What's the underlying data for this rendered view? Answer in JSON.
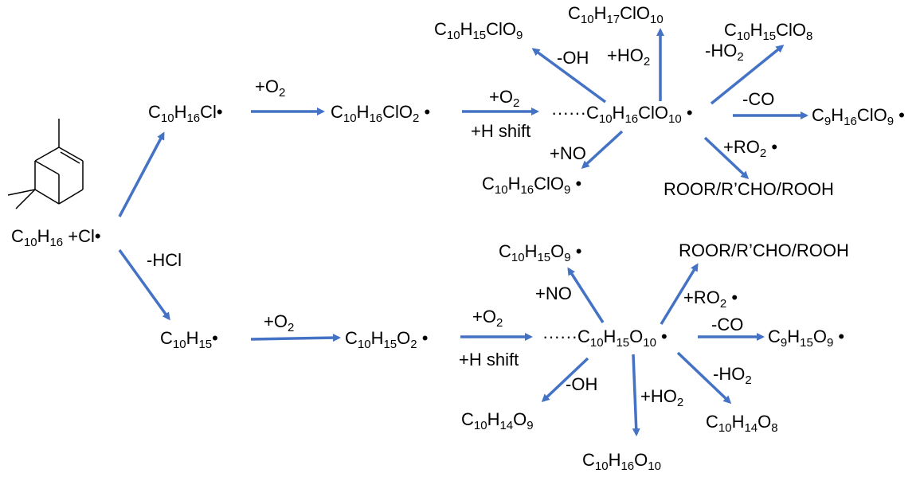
{
  "diagram": {
    "title": "",
    "arrow_color": "#4472C4",
    "reactant": {
      "structure": "alpha-pinene skeletal structure",
      "formula": [
        [
          "C",
          ""
        ],
        [
          "",
          "10"
        ],
        [
          "H",
          ""
        ],
        [
          "",
          "16"
        ],
        [
          " +Cl•",
          ""
        ]
      ]
    },
    "nodes": {
      "c10h16cl": [
        [
          "C",
          ""
        ],
        [
          "",
          "10"
        ],
        [
          "H",
          ""
        ],
        [
          "",
          "16"
        ],
        [
          "Cl•",
          ""
        ]
      ],
      "c10h16clo2": [
        [
          "C",
          ""
        ],
        [
          "",
          "10"
        ],
        [
          "H",
          ""
        ],
        [
          "",
          "16"
        ],
        [
          "ClO",
          ""
        ],
        [
          "",
          "2"
        ],
        [
          " •",
          ""
        ]
      ],
      "c10h16clo10": [
        [
          "······C",
          ""
        ],
        [
          "",
          "10"
        ],
        [
          "H",
          ""
        ],
        [
          "",
          "16"
        ],
        [
          "ClO",
          ""
        ],
        [
          "",
          "10"
        ],
        [
          " •",
          ""
        ]
      ],
      "c10h15clo9": [
        [
          "C",
          ""
        ],
        [
          "",
          "10"
        ],
        [
          "H",
          ""
        ],
        [
          "",
          "15"
        ],
        [
          "ClO",
          ""
        ],
        [
          "",
          "9"
        ]
      ],
      "c10h17clo10": [
        [
          "C",
          ""
        ],
        [
          "",
          "10"
        ],
        [
          "H",
          ""
        ],
        [
          "",
          "17"
        ],
        [
          "ClO",
          ""
        ],
        [
          "",
          "10"
        ]
      ],
      "c10h15clo8": [
        [
          "C",
          ""
        ],
        [
          "",
          "10"
        ],
        [
          "H",
          ""
        ],
        [
          "",
          "15"
        ],
        [
          "ClO",
          ""
        ],
        [
          "",
          "8"
        ]
      ],
      "c9h16clo9": [
        [
          "C",
          ""
        ],
        [
          "",
          "9"
        ],
        [
          "H",
          ""
        ],
        [
          "",
          "16"
        ],
        [
          "ClO",
          ""
        ],
        [
          "",
          "9"
        ],
        [
          " •",
          ""
        ]
      ],
      "c10h16clo9": [
        [
          "C",
          ""
        ],
        [
          "",
          "10"
        ],
        [
          "H",
          ""
        ],
        [
          "",
          "16"
        ],
        [
          "ClO",
          ""
        ],
        [
          "",
          "9"
        ],
        [
          " •",
          ""
        ]
      ],
      "products_top": [
        [
          "ROOR/R’CHO/ROOH",
          ""
        ]
      ],
      "c10h15": [
        [
          "C",
          ""
        ],
        [
          "",
          "10"
        ],
        [
          "H",
          ""
        ],
        [
          "",
          "15"
        ],
        [
          "•",
          ""
        ]
      ],
      "c10h15o2": [
        [
          "C",
          ""
        ],
        [
          "",
          "10"
        ],
        [
          "H",
          ""
        ],
        [
          "",
          "15"
        ],
        [
          "O",
          ""
        ],
        [
          "",
          "2"
        ],
        [
          " •",
          ""
        ]
      ],
      "c10h15o10": [
        [
          "······C",
          ""
        ],
        [
          "",
          "10"
        ],
        [
          "H",
          ""
        ],
        [
          "",
          "15"
        ],
        [
          "O",
          ""
        ],
        [
          "",
          "10"
        ],
        [
          " •",
          ""
        ]
      ],
      "c10h15o9": [
        [
          "C",
          ""
        ],
        [
          "",
          "10"
        ],
        [
          "H",
          ""
        ],
        [
          "",
          "15"
        ],
        [
          "O",
          ""
        ],
        [
          "",
          "9"
        ],
        [
          " •",
          ""
        ]
      ],
      "products_bottom": [
        [
          "ROOR/R’CHO/ROOH",
          ""
        ]
      ],
      "c9h15o9": [
        [
          "C",
          ""
        ],
        [
          "",
          "9"
        ],
        [
          "H",
          ""
        ],
        [
          "",
          "15"
        ],
        [
          "O",
          ""
        ],
        [
          "",
          "9"
        ],
        [
          " •",
          ""
        ]
      ],
      "c10h14o9": [
        [
          "C",
          ""
        ],
        [
          "",
          "10"
        ],
        [
          "H",
          ""
        ],
        [
          "",
          "14"
        ],
        [
          "O",
          ""
        ],
        [
          "",
          "9"
        ]
      ],
      "c10h16o10": [
        [
          "C",
          ""
        ],
        [
          "",
          "10"
        ],
        [
          "H",
          ""
        ],
        [
          "",
          "16"
        ],
        [
          "O",
          ""
        ],
        [
          "",
          "10"
        ]
      ],
      "c10h14o8": [
        [
          "C",
          ""
        ],
        [
          "",
          "10"
        ],
        [
          "H",
          ""
        ],
        [
          "",
          "14"
        ],
        [
          "O",
          ""
        ],
        [
          "",
          "8"
        ]
      ]
    },
    "edge_labels": {
      "hcl": [
        [
          "-HCl",
          ""
        ]
      ],
      "o2_top1": [
        [
          "+O",
          ""
        ],
        [
          "",
          "2"
        ]
      ],
      "o2_top2": [
        [
          "+O",
          ""
        ],
        [
          "",
          "2"
        ]
      ],
      "hshift_top": [
        [
          "+H shift",
          ""
        ]
      ],
      "oh_top": [
        [
          "-OH",
          ""
        ]
      ],
      "ho2_plus_top": [
        [
          "+HO",
          ""
        ],
        [
          "",
          "2"
        ]
      ],
      "ho2_minus_top": [
        [
          "-HO",
          ""
        ],
        [
          "",
          "2"
        ]
      ],
      "co_top": [
        [
          "-CO",
          ""
        ]
      ],
      "ro2_top": [
        [
          "+RO",
          ""
        ],
        [
          "",
          "2"
        ],
        [
          " •",
          ""
        ]
      ],
      "no_top": [
        [
          "+NO",
          ""
        ]
      ],
      "o2_bot1": [
        [
          "+O",
          ""
        ],
        [
          "",
          "2"
        ]
      ],
      "o2_bot2": [
        [
          "+O",
          ""
        ],
        [
          "",
          "2"
        ]
      ],
      "hshift_bot": [
        [
          "+H shift",
          ""
        ]
      ],
      "no_bot": [
        [
          "+NO",
          ""
        ]
      ],
      "ro2_bot": [
        [
          "+RO",
          ""
        ],
        [
          "",
          "2"
        ],
        [
          " •",
          ""
        ]
      ],
      "co_bot": [
        [
          "-CO",
          ""
        ]
      ],
      "ho2_minus_bot": [
        [
          "-HO",
          ""
        ],
        [
          "",
          "2"
        ]
      ],
      "ho2_plus_bot": [
        [
          "+HO",
          ""
        ],
        [
          "",
          "2"
        ]
      ],
      "oh_bot": [
        [
          "-OH",
          ""
        ]
      ]
    },
    "edges": [
      {
        "from": "reactant",
        "to": "c10h16cl",
        "label": ""
      },
      {
        "from": "reactant",
        "to": "c10h15",
        "label": "hcl"
      },
      {
        "from": "c10h16cl",
        "to": "c10h16clo2",
        "label": "o2_top1"
      },
      {
        "from": "c10h16clo2",
        "to": "c10h16clo10",
        "label": "o2_top2 / hshift_top"
      },
      {
        "from": "c10h16clo10",
        "to": "c10h15clo9",
        "label": "oh_top"
      },
      {
        "from": "c10h16clo10",
        "to": "c10h17clo10",
        "label": "ho2_plus_top"
      },
      {
        "from": "c10h16clo10",
        "to": "c10h15clo8",
        "label": "ho2_minus_top"
      },
      {
        "from": "c10h16clo10",
        "to": "c9h16clo9",
        "label": "co_top"
      },
      {
        "from": "c10h16clo10",
        "to": "products_top",
        "label": "ro2_top"
      },
      {
        "from": "c10h16clo10",
        "to": "c10h16clo9",
        "label": "no_top"
      },
      {
        "from": "c10h15",
        "to": "c10h15o2",
        "label": "o2_bot1"
      },
      {
        "from": "c10h15o2",
        "to": "c10h15o10",
        "label": "o2_bot2 / hshift_bot"
      },
      {
        "from": "c10h15o10",
        "to": "c10h15o9",
        "label": "no_bot"
      },
      {
        "from": "c10h15o10",
        "to": "products_bottom",
        "label": "ro2_bot"
      },
      {
        "from": "c10h15o10",
        "to": "c9h15o9",
        "label": "co_bot"
      },
      {
        "from": "c10h15o10",
        "to": "c10h14o8",
        "label": "ho2_minus_bot"
      },
      {
        "from": "c10h15o10",
        "to": "c10h16o10",
        "label": "ho2_plus_bot"
      },
      {
        "from": "c10h15o10",
        "to": "c10h14o9",
        "label": "oh_bot"
      }
    ]
  }
}
